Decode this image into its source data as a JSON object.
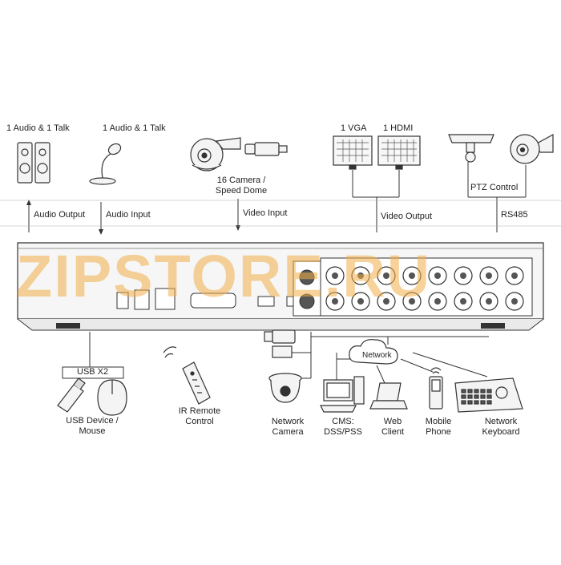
{
  "top": {
    "audio_talk_speaker": "1 Audio & 1 Talk",
    "audio_talk_mic": "1 Audio & 1 Talk",
    "camera_speed_dome": "16 Camera / Speed Dome",
    "vga": "1 VGA",
    "hdmi": "1 HDMI",
    "ptz_control": "PTZ Control",
    "rs485": "RS485",
    "audio_output": "Audio Output",
    "audio_input": "Audio Input",
    "video_input": "Video Input",
    "video_output": "Video Output"
  },
  "bottom": {
    "usb_x2": "USB X2",
    "usb_device_mouse": "USB Device / Mouse",
    "ir_remote": "IR Remote Control",
    "network": "Network",
    "network_camera": "Network Camera",
    "cms": "CMS: DSS/PSS",
    "web_client": "Web Client",
    "mobile_phone": "Mobile Phone",
    "network_keyboard": "Network Keyboard"
  },
  "watermark": "ZIPSTORE.RU",
  "colors": {
    "line": "#333333",
    "device": "#f2f2f2",
    "watermark": "#f2b04a"
  },
  "icons": [
    "speaker-icon",
    "microphone-icon",
    "speed-dome-icon",
    "box-camera-icon",
    "monitor-icon",
    "keyboard-icon",
    "usb-stick-icon",
    "mouse-icon",
    "remote-control-icon",
    "cloud-icon",
    "ip-camera-icon",
    "dome-camera-icon",
    "pc-icon",
    "laptop-icon",
    "phone-icon",
    "bnc-connector-icon"
  ]
}
